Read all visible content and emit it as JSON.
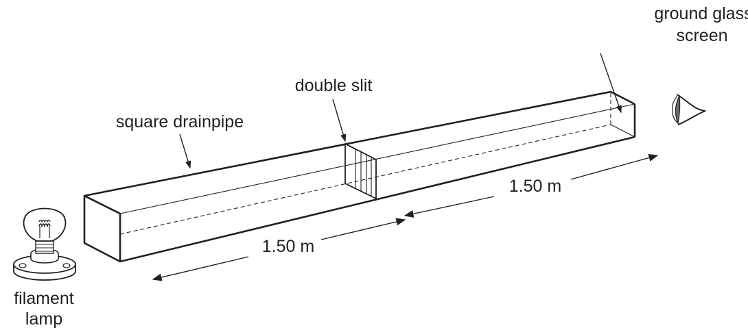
{
  "labels": {
    "screen_line1": "ground glass",
    "screen_line2": "screen",
    "slit": "double slit",
    "pipe": "square drainpipe",
    "distance_left": "1.50 m",
    "distance_right": "1.50 m",
    "lamp_line1": "filament",
    "lamp_line2": "lamp"
  },
  "colors": {
    "ink": "#231f20",
    "background": "#ffffff"
  }
}
